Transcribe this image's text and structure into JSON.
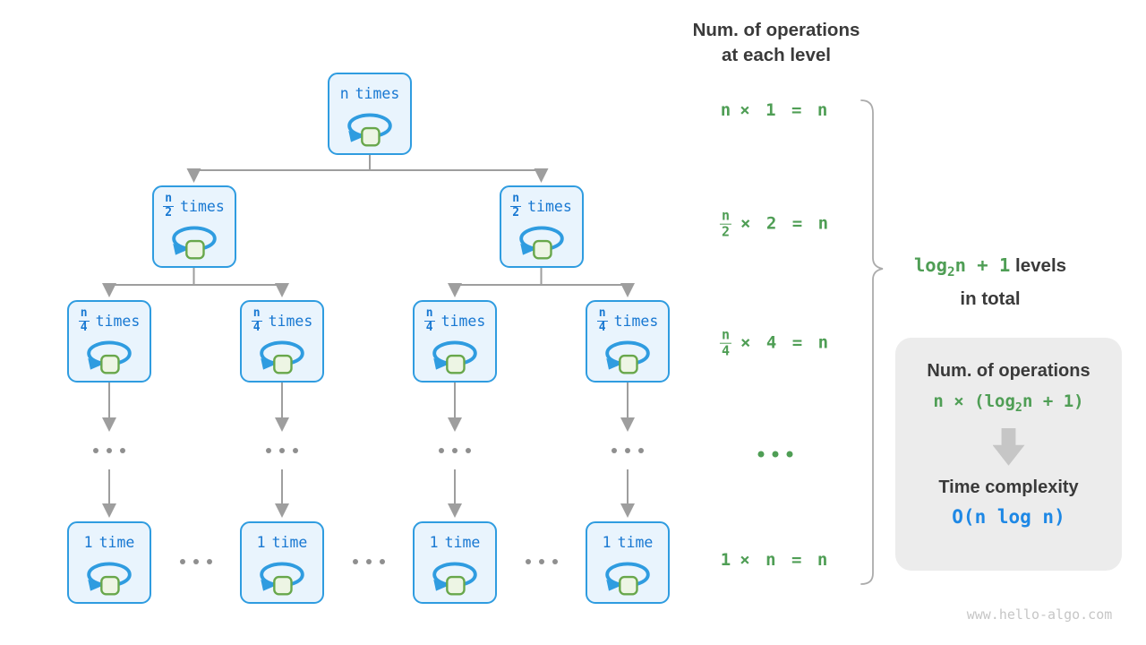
{
  "header": {
    "line1": "Num. of operations",
    "line2": "at each level"
  },
  "tree": {
    "levels": [
      {
        "count": 1,
        "label": {
          "num": "n",
          "den": null,
          "suffix": "times"
        }
      },
      {
        "count": 2,
        "label": {
          "num": "n",
          "den": "2",
          "suffix": "times"
        }
      },
      {
        "count": 4,
        "label": {
          "num": "n",
          "den": "4",
          "suffix": "times"
        }
      },
      {
        "count": 4,
        "label": {
          "num": "1",
          "den": null,
          "suffix": "time"
        }
      }
    ],
    "ellipsis": "..."
  },
  "operations": {
    "rows": [
      {
        "type": "formula",
        "num": "n",
        "den": null,
        "rest": "× 1 = n"
      },
      {
        "type": "formula",
        "num": "n",
        "den": "2",
        "rest": "× 2 = n"
      },
      {
        "type": "formula",
        "num": "n",
        "den": "4",
        "rest": "× 4 = n"
      },
      {
        "type": "ellipsis",
        "text": "..."
      },
      {
        "type": "formula",
        "num": "1",
        "den": null,
        "rest": "× n = n"
      }
    ]
  },
  "brace": {
    "formula_base": "log",
    "formula_sub": "2",
    "formula_after": "n + 1",
    "suffix": " levels",
    "line2": "in total"
  },
  "summary": {
    "ops_title": "Num. of operations",
    "ops_formula_pre": "n × (log",
    "ops_formula_sub": "2",
    "ops_formula_post": "n + 1)",
    "tc_title": "Time complexity",
    "tc_formula": "O(n log n)"
  },
  "footer": {
    "url": "www.hello-algo.com"
  },
  "colors": {
    "node_border": "#2F9CE0",
    "node_fill": "#E9F4FD",
    "node_text": "#1878D2",
    "square_fill": "#EDF5E4",
    "square_border": "#68A74B",
    "green": "#4F9E55",
    "blue": "#1E88E5",
    "connector_gray": "#9E9E9E",
    "dark_text": "#3A3A3A",
    "box_bg": "#ECECEC"
  }
}
